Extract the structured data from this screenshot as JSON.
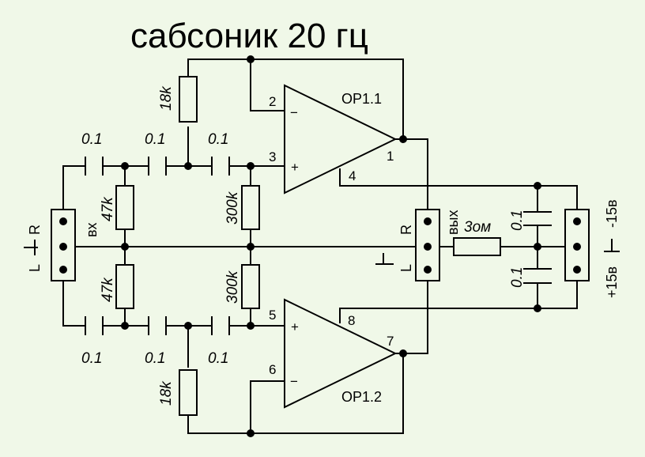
{
  "title": "сабсоник 20 гц",
  "opamps": {
    "top": {
      "label": "OP1.1",
      "in_minus_pin": "2",
      "in_plus_pin": "3",
      "out_pin": "1",
      "supply_pin": "4",
      "minus_sign": "−",
      "plus_sign": "+"
    },
    "bottom": {
      "label": "OP1.2",
      "in_plus_pin": "5",
      "in_minus_pin": "6",
      "out_pin": "7",
      "supply_pin": "8",
      "minus_sign": "−",
      "plus_sign": "+"
    }
  },
  "values": {
    "cap_filter": "0.1",
    "r_feedback": "18k",
    "r_shunt": "47k",
    "r_bias": "300k",
    "r_out": "3ом",
    "cap_supply": "0.1"
  },
  "connectors": {
    "input": {
      "label": "вх",
      "l": "L",
      "r": "R"
    },
    "output": {
      "label": "вых",
      "l": "L",
      "r": "R"
    },
    "power": {
      "plus": "+15в",
      "minus": "-15в"
    }
  },
  "colors": {
    "background": "#f0f8e8",
    "ink": "#000000"
  }
}
